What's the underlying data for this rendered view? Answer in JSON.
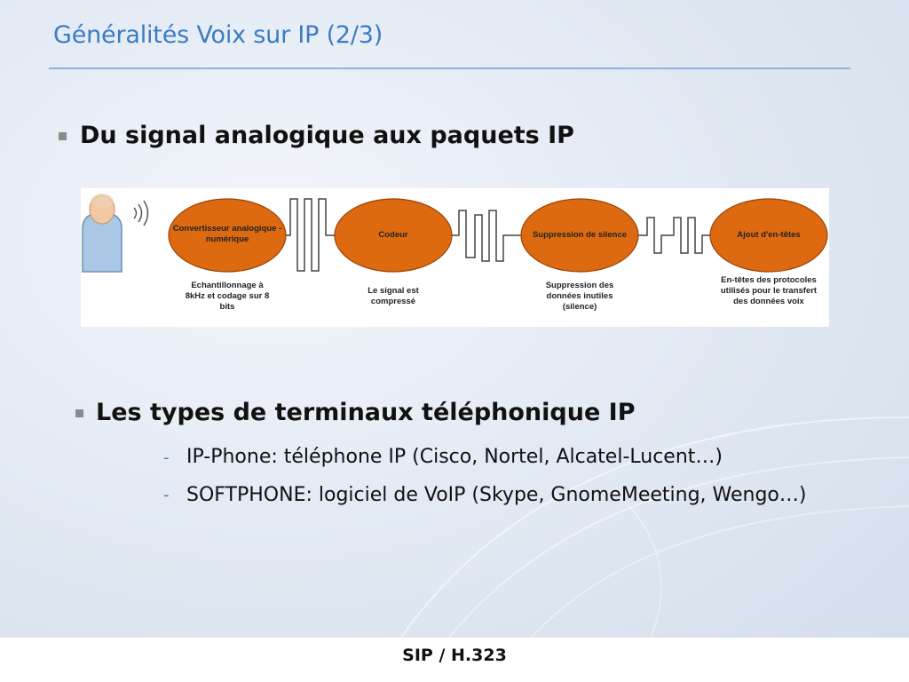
{
  "slide": {
    "title": "Généralités Voix sur IP (2/3)",
    "footer": "SIP / H.323"
  },
  "section1": {
    "heading": "Du signal analogique aux paquets IP"
  },
  "diagram": {
    "nodes": [
      {
        "label": "Convertisseur analogique - numérique",
        "caption": "Echantillonnage à 8kHz  et codage sur 8 bits"
      },
      {
        "label": "Codeur",
        "caption": "Le signal est compressé"
      },
      {
        "label": "Suppression de silence",
        "caption": "Suppression des données inutiles (silence)"
      },
      {
        "label": "Ajout d'en-têtes",
        "caption": "En-têtes des protocoles utilisés pour le transfert des données voix"
      }
    ],
    "node_color": "#dd6a10",
    "icons": [
      "person-icon",
      "sound-waves-icon"
    ]
  },
  "section2": {
    "heading": "Les types de terminaux téléphonique IP",
    "items": [
      "IP-Phone: téléphone IP (Cisco, Nortel, Alcatel-Lucent…)",
      "SOFTPHONE: logiciel de VoIP (Skype, GnomeMeeting, Wengo…)"
    ]
  },
  "colors": {
    "title": "#3b7cc2",
    "bullet": "#8a8a8a"
  }
}
